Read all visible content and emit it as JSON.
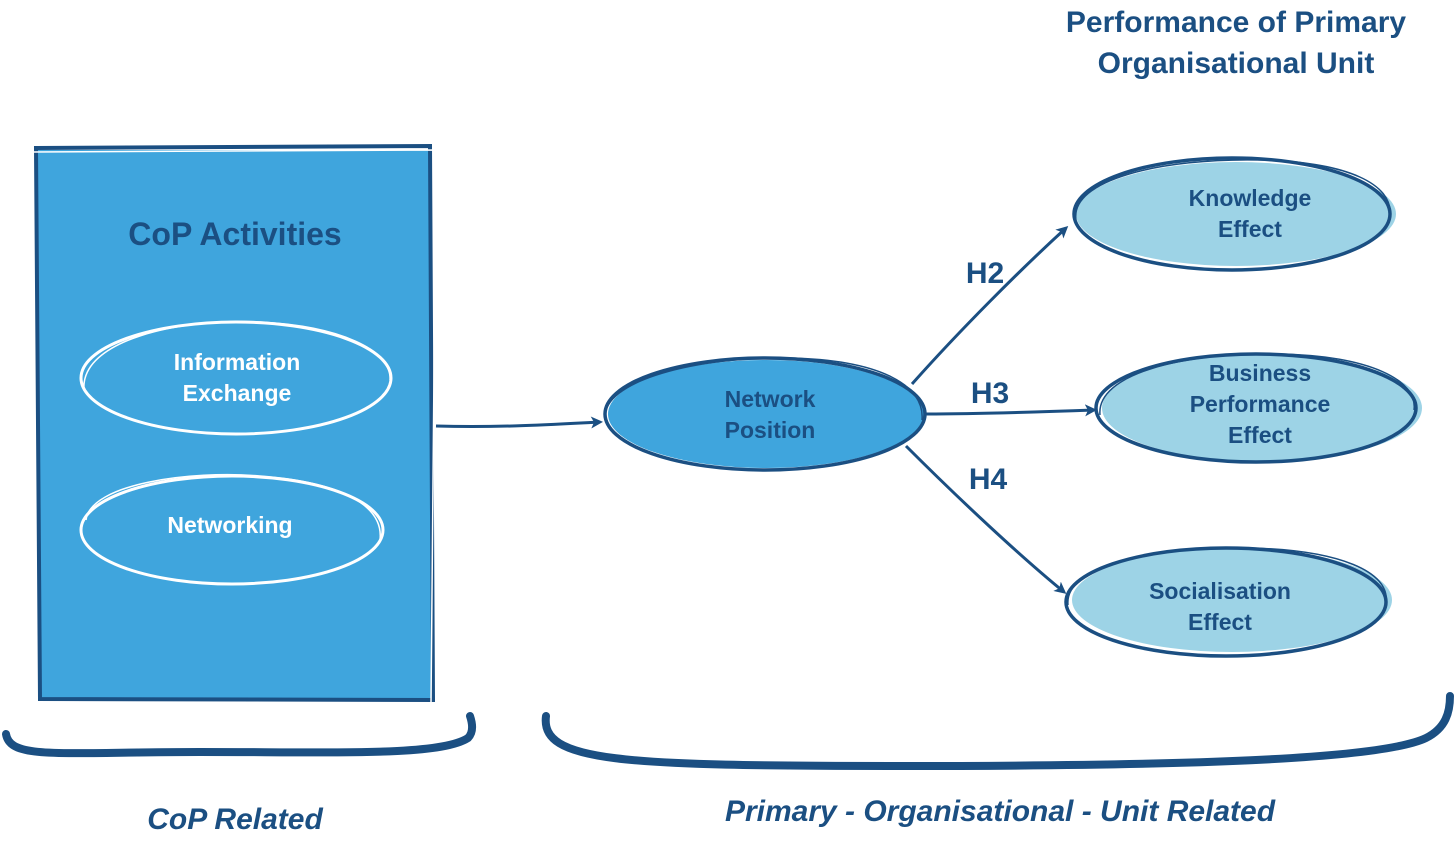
{
  "header": {
    "title": "Performance of Primary\nOrganisational Unit"
  },
  "cop_box": {
    "title": "CoP Activities",
    "items": [
      {
        "label": "Information\nExchange"
      },
      {
        "label": "Networking"
      }
    ]
  },
  "center_node": {
    "label": "Network\nPosition"
  },
  "outcomes": [
    {
      "label": "Knowledge\nEffect",
      "hypothesis": "H2"
    },
    {
      "label": "Business\nPerformance\nEffect",
      "hypothesis": "H3"
    },
    {
      "label": "Socialisation\nEffect",
      "hypothesis": "H4"
    }
  ],
  "brackets": {
    "left_label": "CoP Related",
    "right_label": "Primary - Organisational - Unit Related"
  },
  "colors": {
    "box_fill": "#3fa5dd",
    "outcome_fill": "#9dd3e6",
    "stroke": "#1b4f82",
    "text_dark": "#1b4f82",
    "text_light": "#ffffff"
  }
}
